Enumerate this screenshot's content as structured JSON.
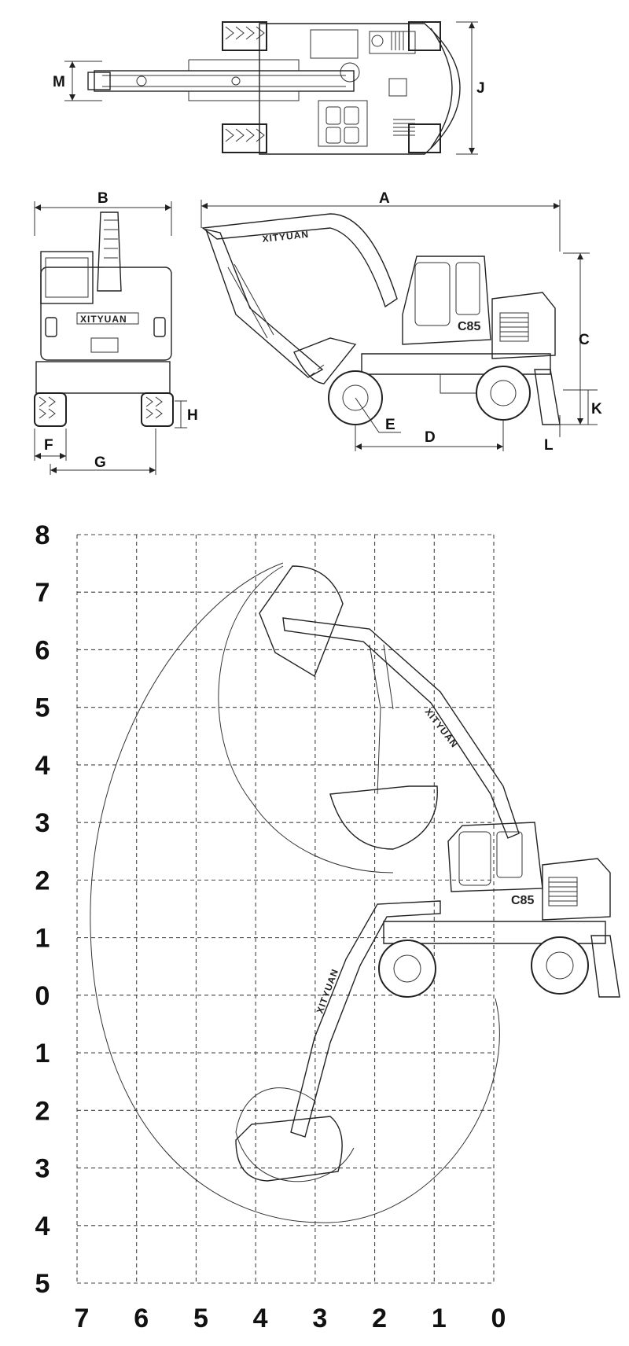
{
  "dimensions": {
    "labels": [
      "A",
      "B",
      "C",
      "D",
      "E",
      "F",
      "G",
      "H",
      "J",
      "K",
      "L",
      "M"
    ]
  },
  "views": {
    "brand_text": "XITYUAN",
    "model_text": "C85"
  },
  "working_range": {
    "y_axis_labels": [
      "8",
      "7",
      "6",
      "5",
      "4",
      "3",
      "2",
      "1",
      "0",
      "1",
      "2",
      "3",
      "4",
      "5"
    ],
    "x_axis_labels": [
      "7",
      "6",
      "5",
      "4",
      "3",
      "2",
      "1",
      "0"
    ],
    "grid": "dashed"
  }
}
